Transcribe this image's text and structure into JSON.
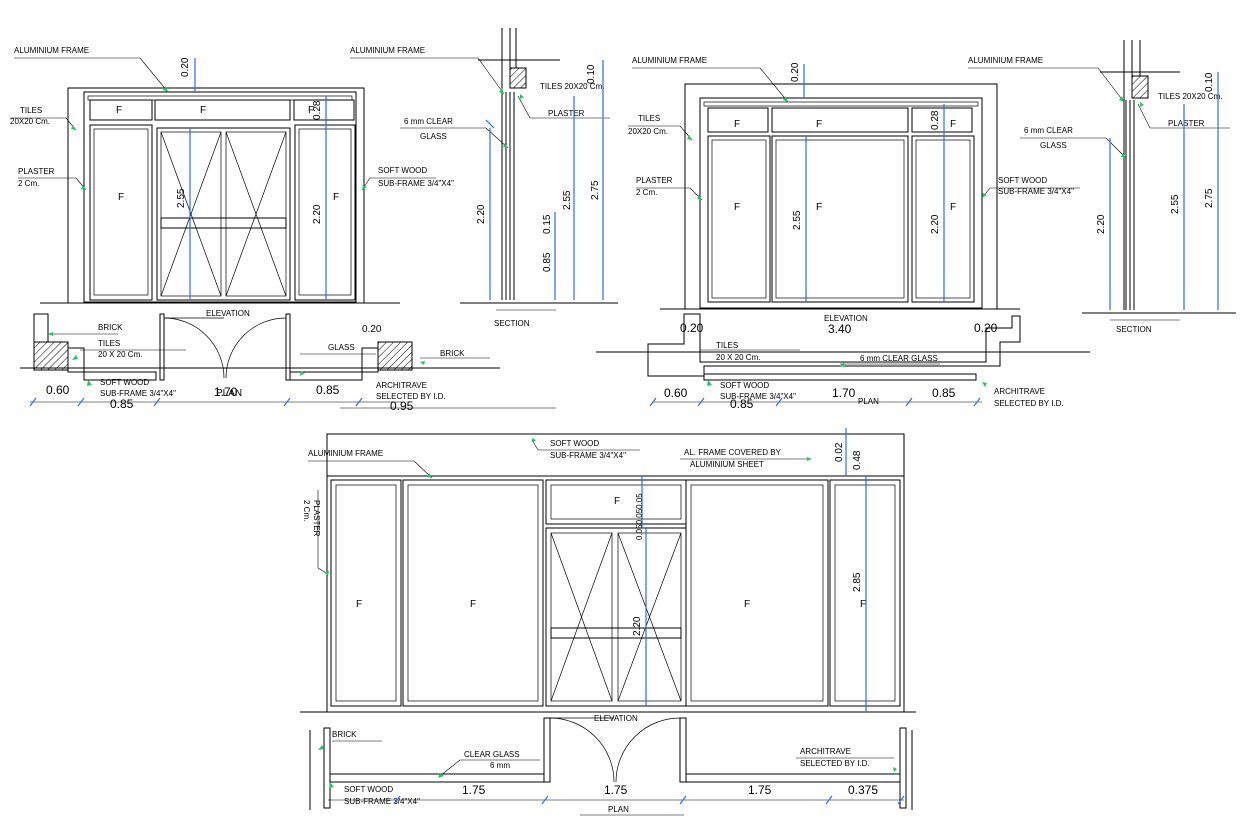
{
  "labels": {
    "aluminium_frame": "ALUMINIUM FRAME",
    "tiles": "TILES",
    "tiles_20x20": "20X20 Cm.",
    "plaster": "PLASTER",
    "plaster_2cm": "2 Cm.",
    "soft_wood": "SOFT WOOD",
    "sub_frame": "SUB-FRAME 3/4\"X4\"",
    "elevation": "ELEVATION",
    "section": "SECTION",
    "plan": "PLAN",
    "brick": "BRICK",
    "tiles_20_x_20": "20 X 20 Cm.",
    "glass": "GLASS",
    "architrave": "ARCHITRAVE",
    "selected_by_id": "SELECTED BY I.D.",
    "clear_glass_6mm": "6 mm CLEAR",
    "tiles_20x20_cm": "TILES 20X20 Cm.",
    "six_mm_clear_glass": "6 mm CLEAR GLASS",
    "al_frame_covered": "AL. FRAME COVERED BY",
    "aluminium_sheet": "ALUMINIUM SHEET",
    "clear_glass": "CLEAR GLASS",
    "six_mm": "6 mm",
    "panel_f": "F"
  },
  "dims": {
    "d020": "0.20",
    "d028": "0.28",
    "d255": "2.55",
    "d220": "2.20",
    "d275": "2.75",
    "d010": "0.10",
    "d015": "0.15",
    "d085": "0.85",
    "d060": "0.60",
    "d170": "1.70",
    "d095": "0.95",
    "d340": "3.40",
    "d002": "0.02",
    "d048": "0.48",
    "d285": "2.85",
    "d175": "1.75",
    "d0375": "0.375",
    "d005": "0.050.050.05"
  }
}
